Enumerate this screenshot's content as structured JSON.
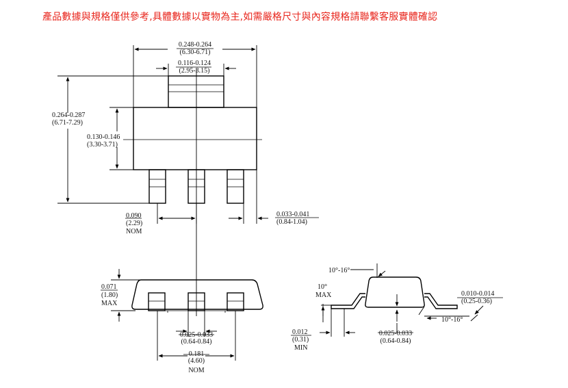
{
  "notice": "產品數據與規格僅供參考,具體數據以實物為主,如需嚴格尺寸與內容規格請聯繫客服實體確認",
  "dims": {
    "overall_width_in": "0.248-0.264",
    "overall_width_mm": "(6.30-6.71)",
    "tab_width_in": "0.116-0.124",
    "tab_width_mm": "(2.95-3.15)",
    "overall_length_in": "0.264-0.287",
    "overall_length_mm": "(6.71-7.29)",
    "body_length_in": "0.130-0.146",
    "body_length_mm": "(3.30-3.71)",
    "pitch_in": "0.090",
    "pitch_mm": "(2.29)",
    "pitch_nom": "NOM",
    "lead_len_in": "0.033-0.041",
    "lead_len_mm": "(0.84-1.04)",
    "height_in": "0.071",
    "height_mm": "(1.80)",
    "height_max": "MAX",
    "lead_width_in": "0.025-0.033",
    "lead_width_mm": "(0.64-0.84)",
    "span_in": "0.181",
    "span_mm": "(4.60)",
    "span_nom": "NOM",
    "angle_top": "10°-16°",
    "angle_left_deg": "10°",
    "angle_left_max": "MAX",
    "lead_thk_in": "0.010-0.014",
    "lead_thk_mm": "(0.25-0.36)",
    "angle_right": "10°-16°",
    "standoff_in": "0.012",
    "standoff_mm": "(0.31)",
    "standoff_min": "MIN",
    "side_lead_in": "0.025-0.033",
    "side_lead_mm": "(0.64-0.84)"
  }
}
